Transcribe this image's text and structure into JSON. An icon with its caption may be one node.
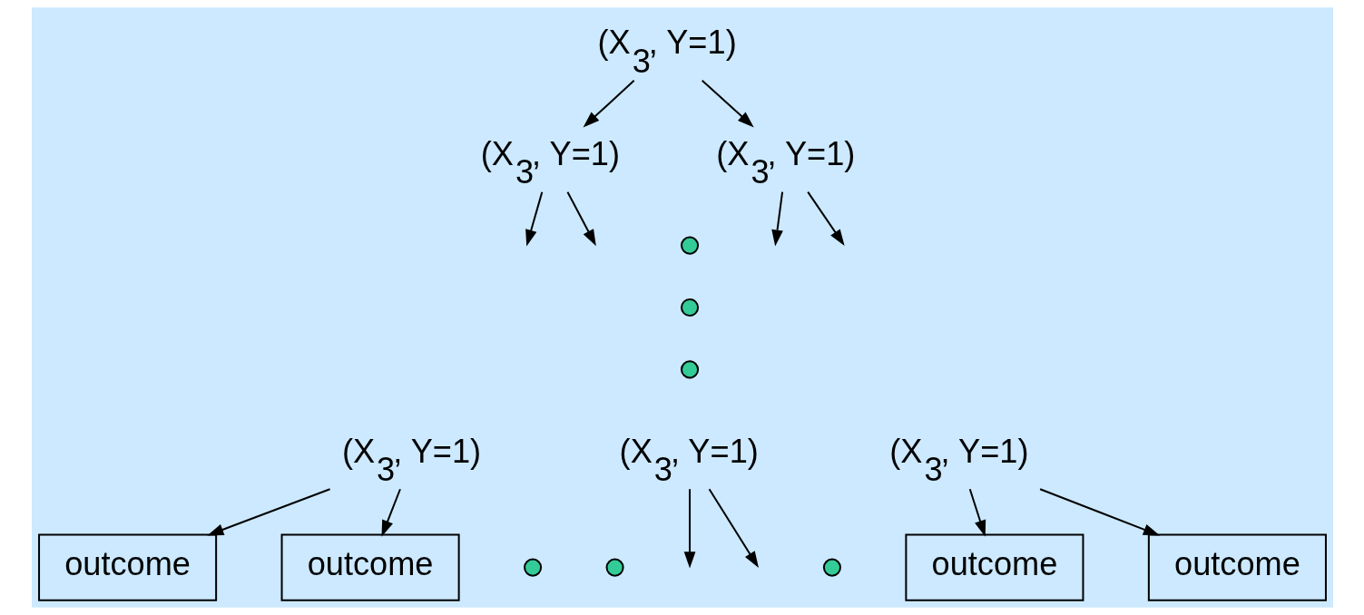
{
  "diagram": {
    "nodes": [
      {
        "text": [
          "(X$_{3}$, Y=1)"
        ]
      },
      {
        "text": [
          "(X$_{3}$, Y=1)"
        ]
      },
      {
        "text": [
          "(X$_{3}$, Y=1)"
        ]
      },
      {
        "text": [],
        "shape": "circle"
      },
      {
        "text": [],
        "shape": "circle"
      },
      {
        "text": [],
        "shape": "circle"
      },
      {
        "text": [
          "(X$_{3}$, Y=1)"
        ]
      },
      {
        "text": [
          "(X$_{3}$, Y=1)"
        ]
      },
      {
        "text": [
          "(X$_{3}$, Y=1)"
        ]
      },
      {
        "text": [
          "outcome"
        ]
      },
      {
        "text": [
          "outcome"
        ]
      },
      {
        "text": [],
        "shape": "circle"
      },
      {
        "text": [],
        "shape": "circle"
      },
      {
        "text": [],
        "shape": "circle"
      },
      {
        "text": [
          "outcome"
        ]
      },
      {
        "text": [
          "outcome"
        ]
      }
    ],
    "edges": [
      {
        "from": 0,
        "to": 1,
        "arrow": "to"
      },
      {
        "from": 0,
        "to": 2,
        "arrow": "to"
      },
      {
        "from": 1,
        "to": null,
        "arrow": "to"
      },
      {
        "from": 1,
        "to": null,
        "arrow": "to"
      },
      {
        "from": 2,
        "to": null,
        "arrow": "to"
      },
      {
        "from": 2,
        "to": null,
        "arrow": "to"
      },
      {
        "from": 6,
        "to": 9,
        "arrow": "to"
      },
      {
        "from": 6,
        "to": 10,
        "arrow": "to"
      },
      {
        "from": 7,
        "to": null,
        "arrow": "to"
      },
      {
        "from": 7,
        "to": null,
        "arrow": "to"
      },
      {
        "from": 8,
        "to": 14,
        "arrow": "to"
      },
      {
        "from": 8,
        "to": 15,
        "arrow": "to"
      }
    ]
  }
}
